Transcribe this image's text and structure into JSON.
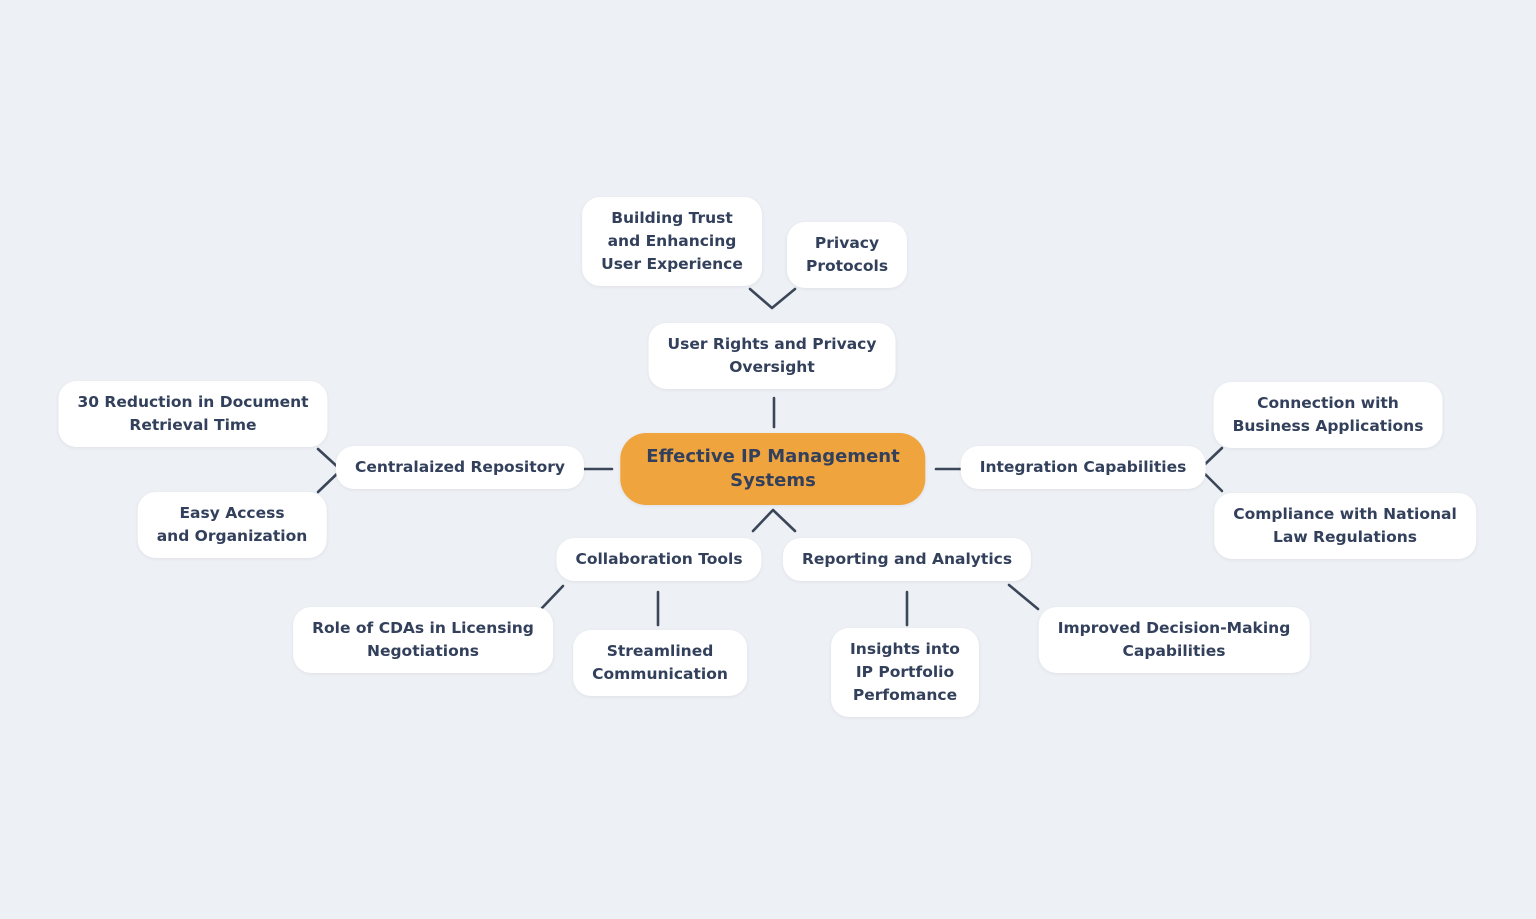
{
  "colors": {
    "background": "#edf0f4",
    "node_fill": "#ffffff",
    "central_fill": "#f0a43d",
    "text": "#33405c",
    "connector": "#3b4759"
  },
  "nodes": {
    "central": "Effective IP Management\nSystems",
    "user_rights": "User Rights and Privacy\nOversight",
    "building_trust": "Building Trust\nand Enhancing\nUser Experience",
    "privacy_protocols": "Privacy\nProtocols",
    "centralized_repository": "Centralaized Repository",
    "reduction_time": "30 Reduction in Document\nRetrieval Time",
    "easy_access": "Easy Access\nand Organization",
    "integration": "Integration Capabilities",
    "connection_business": "Connection with\nBusiness Applications",
    "compliance_national": "Compliance with National\nLaw Regulations",
    "collaboration_tools": "Collaboration Tools",
    "role_cdas": "Role of CDAs in Licensing\nNegotiations",
    "streamlined_comm": "Streamlined\nCommunication",
    "reporting_analytics": "Reporting and Analytics",
    "insights_portfolio": "Insights into\nIP Portfolio\nPerfomance",
    "improved_decision": "Improved Decision-Making\nCapabilities"
  }
}
